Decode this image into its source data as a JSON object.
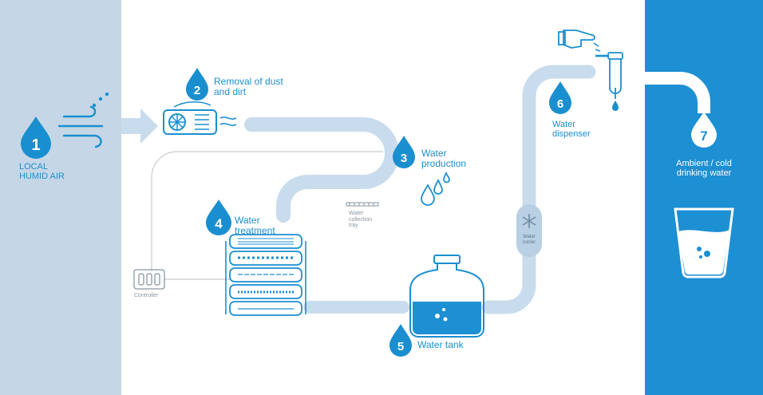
{
  "steps": [
    {
      "number": "1",
      "line1": "LOCAL",
      "line2": "HUMID AIR"
    },
    {
      "number": "2",
      "line1": "Removal of dust",
      "line2": "and dirt"
    },
    {
      "number": "3",
      "line1": "Water",
      "line2": "production"
    },
    {
      "number": "4",
      "line1": "Water",
      "line2": "treatment"
    },
    {
      "number": "5",
      "line1": "Water tank"
    },
    {
      "number": "6",
      "line1": "Water",
      "line2": "dispenser"
    },
    {
      "number": "7",
      "line1": "Ambient / cold",
      "line2": "drinking water"
    }
  ],
  "components": {
    "tray": {
      "line1": "Water",
      "line2": "collection",
      "line3": "tray"
    },
    "controller": "Controller",
    "cooler": {
      "line1": "Water",
      "line2": "cooler"
    }
  },
  "colors": {
    "accent": "#1a8fd0",
    "pipe": "#c9dced",
    "left_panel": "#c5d7e6",
    "right_panel": "#1d8fd3",
    "background": "#ffffff"
  }
}
